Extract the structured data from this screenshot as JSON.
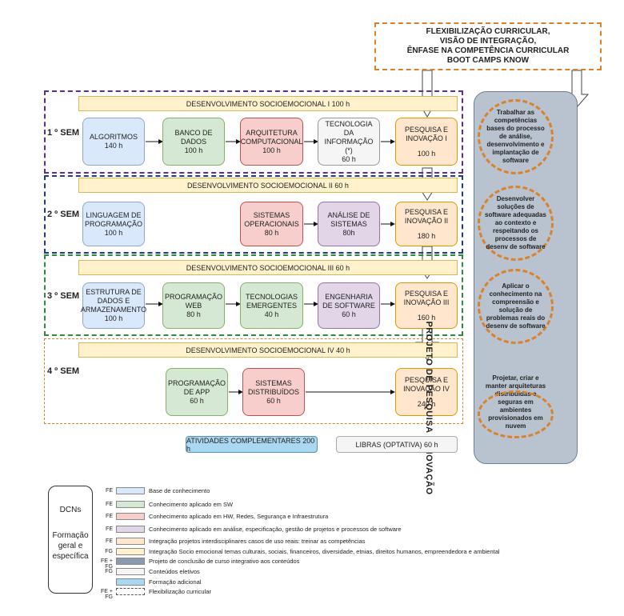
{
  "top_box": {
    "lines": [
      "FLEXIBILIZAÇÃO CURRICULAR,",
      "VISÃO DE INTEGRAÇÃO,",
      "ÊNFASE NA COMPETÊNCIA CURRICULAR",
      "BOOT CAMPS KNOW"
    ]
  },
  "semesters": [
    {
      "label": "1 º SEM",
      "socio": "DESENVOLVIMENTO SOCIOEMOCIONAL  I        100 h",
      "courses": [
        {
          "name": "ALGORITMOS",
          "hours": "140 h"
        },
        {
          "name": "BANCO DE DADOS",
          "hours": "100 h"
        },
        {
          "name": "ARQUITETURA COMPUTACIONAL",
          "hours": "100 h"
        },
        {
          "name": "TECNOLOGIA DA INFORMAÇÃO (*)",
          "hours": "60 h"
        },
        {
          "name": "PESQUISA E INOVAÇÃO I",
          "hours": "100 h"
        }
      ]
    },
    {
      "label": "2 º SEM",
      "socio": "DESENVOLVIMENTO SOCIOEMOCIONAL  II     60 h",
      "courses": [
        {
          "name": "LINGUAGEM DE PROGRAMAÇÃO",
          "hours": "100 h"
        },
        {
          "name": "SISTEMAS OPERACIONAIS",
          "hours": "80 h"
        },
        {
          "name": "ANÁLISE DE SISTEMAS",
          "hours": "80h"
        },
        {
          "name": "PESQUISA E INOVAÇÃO II",
          "hours": "180 h"
        }
      ]
    },
    {
      "label": "3 º SEM",
      "socio": "DESENVOLVIMENTO SOCIOEMOCIONAL  III       60 h",
      "courses": [
        {
          "name": "ESTRUTURA DE DADOS E ARMAZENAMENTO",
          "hours": "100 h"
        },
        {
          "name": "PROGRAMAÇÃO WEB",
          "hours": "80 h"
        },
        {
          "name": "TECNOLOGIAS EMERGENTES",
          "hours": "40 h"
        },
        {
          "name": "ENGENHARIA DE SOFTWARE",
          "hours": "60 h"
        },
        {
          "name": "PESQUISA E INOVAÇÃO III",
          "hours": "160 h"
        }
      ]
    },
    {
      "label": "4 º SEM",
      "socio": "DESENVOLVIMENTO SOCIOEMOCIONAL  IV      40 h",
      "courses": [
        {
          "name": "PROGRAMAÇÃO DE APP",
          "hours": "60 h"
        },
        {
          "name": "SISTEMAS DISTRIBUÍDOS",
          "hours": "60 h"
        },
        {
          "name": "PESQUISA E INOVAÇÃO IV",
          "hours": "240 h"
        }
      ]
    }
  ],
  "project": {
    "title": "PROJETO DE PESQUISA E INOVAÇÃO",
    "circles": [
      "Trabalhar as competências bases do processo de análise, desenvolvimento e implantação de software",
      "Desenvolver soluções de software adequadas ao contexto e respeitando os processos de desenv de software",
      "Aplicar o conhecimento na compreensão e solução de problemas reais do desenv de software",
      "Projetar, criar e manter arquiteturas distribuídas e seguras em ambientes provisionados em nuvem"
    ]
  },
  "extras": {
    "atividades": "ATIVIDADES COMPLEMENTARES   200 h",
    "libras": "LIBRAS  (OPTATIVA)    60 h"
  },
  "legend": {
    "side_top": "DCNs",
    "side_bottom": "Formação geral e específica",
    "items": [
      {
        "code": "FE",
        "color": "#dae8fc",
        "text": "Base de conhecimento"
      },
      {
        "code": "FE",
        "color": "#d5e8d4",
        "text": "Conhecimento aplicado em SW"
      },
      {
        "code": "FE",
        "color": "#f8cecc",
        "text": "Conhecimento aplicado em  HW, Redes, Segurança e Infraestrutura"
      },
      {
        "code": "FE",
        "color": "#e1d5e7",
        "text": "Conhecimento aplicado em análise, especificação, gestão de projetos e processos de software"
      },
      {
        "code": "FE",
        "color": "#ffe6cc",
        "text": "Integração projetos interdisciplinares casos de uso reais: treinar as competências"
      },
      {
        "code": "FG",
        "color": "#fff2cc",
        "text": "Integração Socio emocional temas culturais, sociais, financeiros, diversidade, etnias, direitos humanos, empreendedora e ambiental"
      },
      {
        "code": "FE + FG",
        "color": "#8a9bb0",
        "text": "Projeto de conclusão de curso integrativo aos conteúdos"
      },
      {
        "code": "FG",
        "color": "#f5f5f5",
        "text": "Conteúdos eletivos"
      },
      {
        "code": "",
        "color": "#a9d8f0",
        "text": "Formação adicional"
      },
      {
        "code": "FE + FG",
        "color": "#ffffff",
        "text": "Flexibilização curricular"
      }
    ]
  }
}
